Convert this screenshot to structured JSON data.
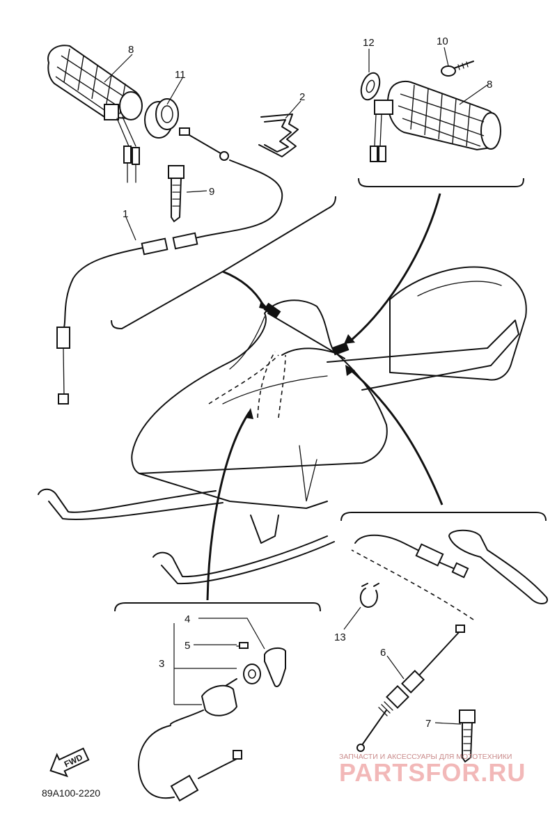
{
  "callouts": {
    "c1": "1",
    "c2": "2",
    "c3": "3",
    "c4": "4",
    "c5": "5",
    "c6": "6",
    "c7": "7",
    "c8a": "8",
    "c8b": "8",
    "c9": "9",
    "c10": "10",
    "c11": "11",
    "c12": "12",
    "c13": "13"
  },
  "fwd_label": "FWD",
  "diagram_code": "89A100-2220",
  "watermark": {
    "tagline": "ЗАПЧАСТИ И АКСЕССУАРЫ ДЛЯ МОТОТЕХНИКИ",
    "brand": "PARTSFOR.RU"
  }
}
